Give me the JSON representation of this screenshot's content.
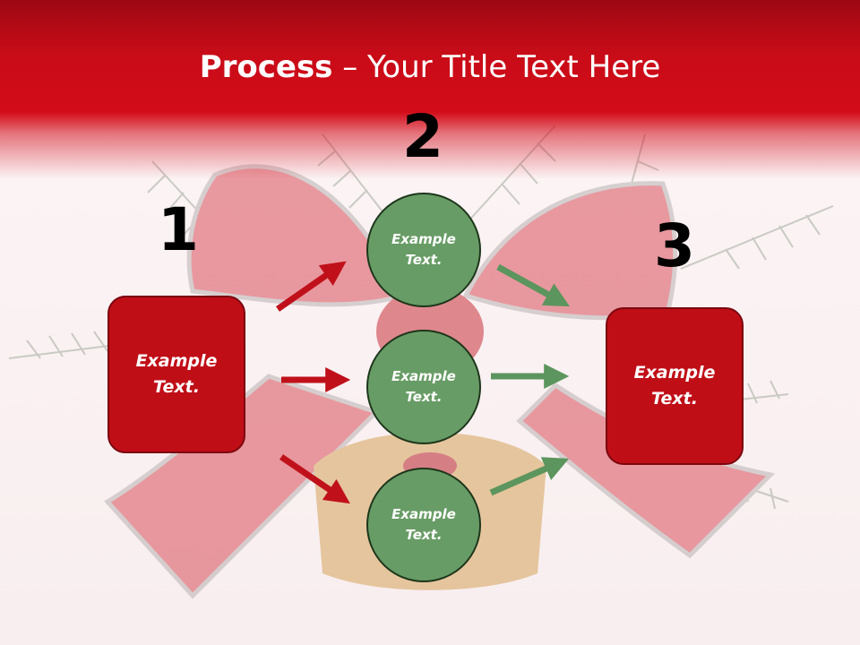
{
  "slide": {
    "title_strong": "Process",
    "title_rest": " – Your Title Text Here"
  },
  "colors": {
    "header_red": "#d30c19",
    "box_red": "#c00e17",
    "circle_green": "#689c66",
    "arrow_red": "#c0111b",
    "arrow_green": "#5c955d"
  },
  "steps": [
    {
      "number": "1",
      "text": "Example Text."
    },
    {
      "number": "2",
      "text": "Example Text."
    },
    {
      "number": "3",
      "text": "Example Text."
    }
  ],
  "circles": [
    {
      "text": "Example Text."
    },
    {
      "text": "Example Text."
    },
    {
      "text": "Example Text."
    }
  ]
}
